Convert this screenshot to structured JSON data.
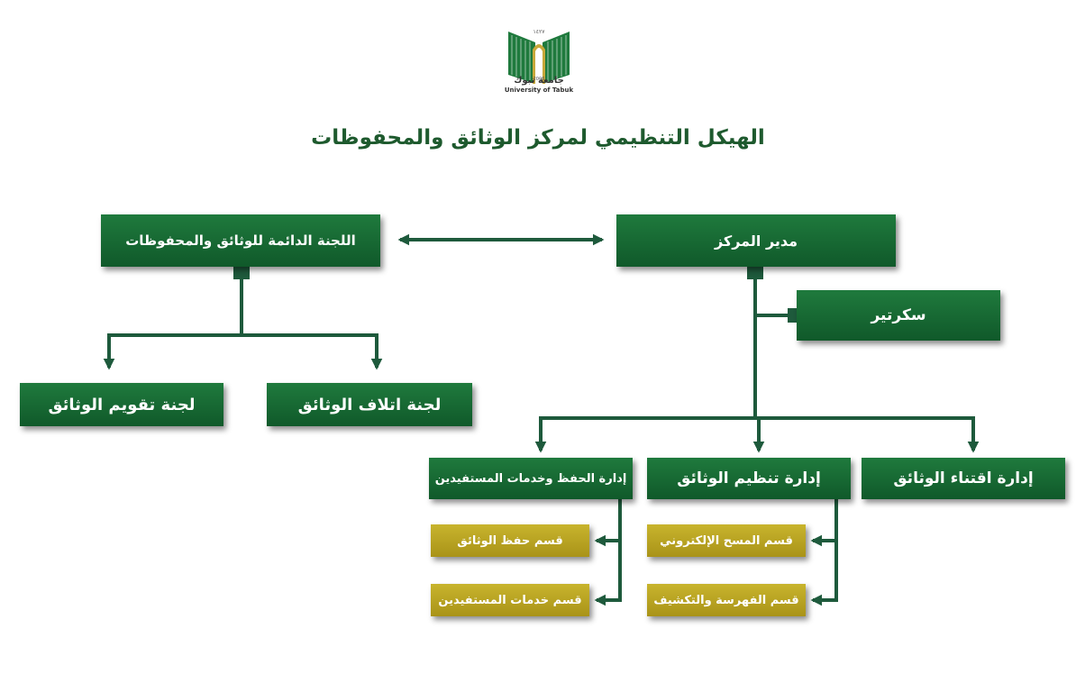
{
  "logo": {
    "year_hijri": "١٤٢٧",
    "year": "2006",
    "name_ar": "جامعة تبوك",
    "name_en": "University of Tabuk"
  },
  "title": "الهيكل التنظيمي لمركز الوثائق والمحفوظات",
  "nodes": {
    "permanent_committee": "اللجنة الدائمة للوثائق والمحفوظات",
    "center_director": "مدير المركز",
    "secretary": "سكرتير",
    "evaluation_committee": "لجنة تقويم الوثائق",
    "destruction_committee": "لجنة اتلاف الوثائق",
    "preservation_admin": "إدارة الحفظ وخدمات المستفيدين",
    "organization_admin": "إدارة تنظيم الوثائق",
    "acquisition_admin": "إدارة اقتناء الوثائق",
    "preservation_section": "قسم حفظ الوثائق",
    "beneficiary_services_section": "قسم خدمات المستفيدين",
    "scanning_section": "قسم المسح الإلكتروني",
    "indexing_section": "قسم الفهرسة والتكشيف"
  },
  "colors": {
    "primary_green": "#145f2f",
    "line_green": "#1e5a3c",
    "gold": "#b8a320"
  }
}
